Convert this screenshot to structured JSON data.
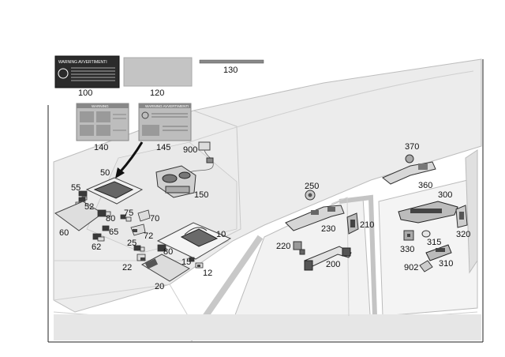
{
  "diagram": {
    "labels": {
      "warning_label_100_heading": "WARNING AVVERTIMENTI",
      "warning_label_140_heading": "WARNING",
      "warning_label_145_heading": "WARNING AVVERTIMENTI"
    },
    "callouts": {
      "c100": "100",
      "c120": "120",
      "c130": "130",
      "c140": "140",
      "c145": "145",
      "c900": "900",
      "c150": "150",
      "c50": "50",
      "c55": "55",
      "c52": "52",
      "c60": "60",
      "c80a": "80",
      "c75": "75",
      "c70": "70",
      "c65": "65",
      "c62": "62",
      "c72": "72",
      "c25": "25",
      "c80b": "80",
      "c22": "22",
      "c20": "20",
      "c10": "10",
      "c15": "15",
      "c12": "12",
      "c250": "250",
      "c230": "230",
      "c210": "210",
      "c220": "220",
      "c200": "200",
      "c370": "370",
      "c360": "360",
      "c300": "300",
      "c320": "320",
      "c330": "330",
      "c315": "315",
      "c310": "310",
      "c902": "902"
    }
  }
}
